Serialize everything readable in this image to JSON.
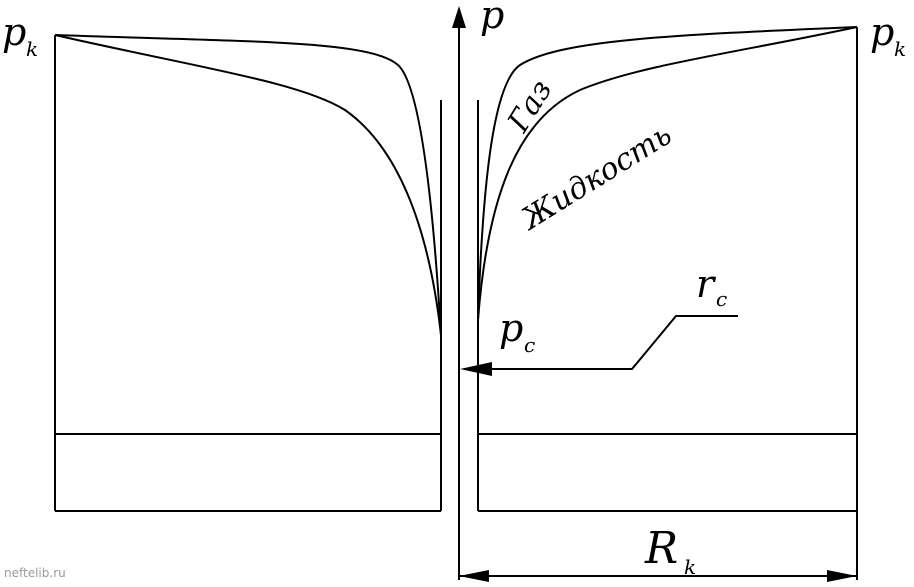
{
  "diagram": {
    "axis_label": "p",
    "left_top_label": {
      "main": "p",
      "sub": "k"
    },
    "right_top_label": {
      "main": "p",
      "sub": "k"
    },
    "curve_gas_label": "Газ",
    "curve_liquid_label": "Жидкость",
    "well_radius_label": {
      "main": "r",
      "sub": "c"
    },
    "well_pressure_label": {
      "main": "p",
      "sub": "c"
    },
    "contour_radius_label": {
      "main": "R",
      "sub": "k"
    }
  },
  "watermark": "neftelib.ru"
}
